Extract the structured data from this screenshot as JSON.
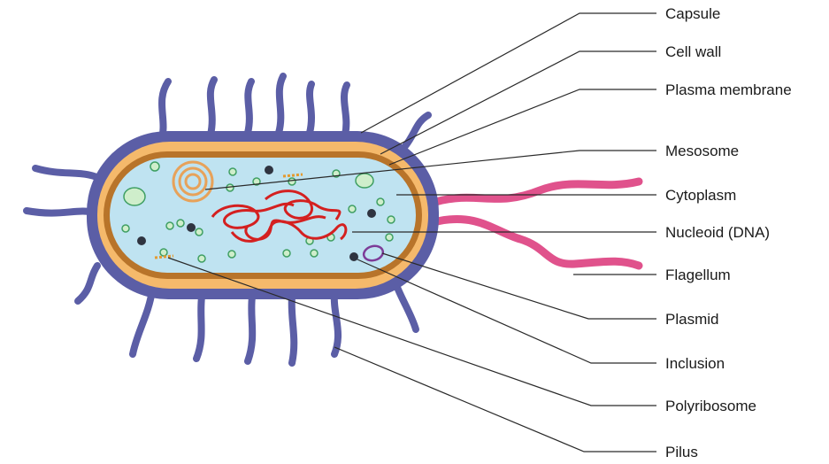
{
  "colors": {
    "capsule": "#5b5ea6",
    "pili": "#5b5ea6",
    "cell_wall": "#f5b96b",
    "plasma_membrane": "#b8742a",
    "cytoplasm": "#bfe3f1",
    "nucleoid": "#d42020",
    "flagellum": "#e0528c",
    "mesosome": "#e7a25a",
    "vesicle": "#3f9f63",
    "vesicle_fill": "#cfeecb",
    "inclusion": "#2f3440",
    "plasmid": "#7d3c98",
    "polyribosome": "#e49a2f",
    "leader_line": "#2a2a2a"
  },
  "labels": {
    "capsule": "Capsule",
    "cell_wall": "Cell wall",
    "plasma_membrane": "Plasma membrane",
    "mesosome": "Mesosome",
    "cytoplasm": "Cytoplasm",
    "nucleoid": "Nucleoid (DNA)",
    "flagellum": "Flagellum",
    "plasmid": "Plasmid",
    "inclusion": "Inclusion",
    "polyribosome": "Polyribosome",
    "pilus": "Pilus"
  }
}
